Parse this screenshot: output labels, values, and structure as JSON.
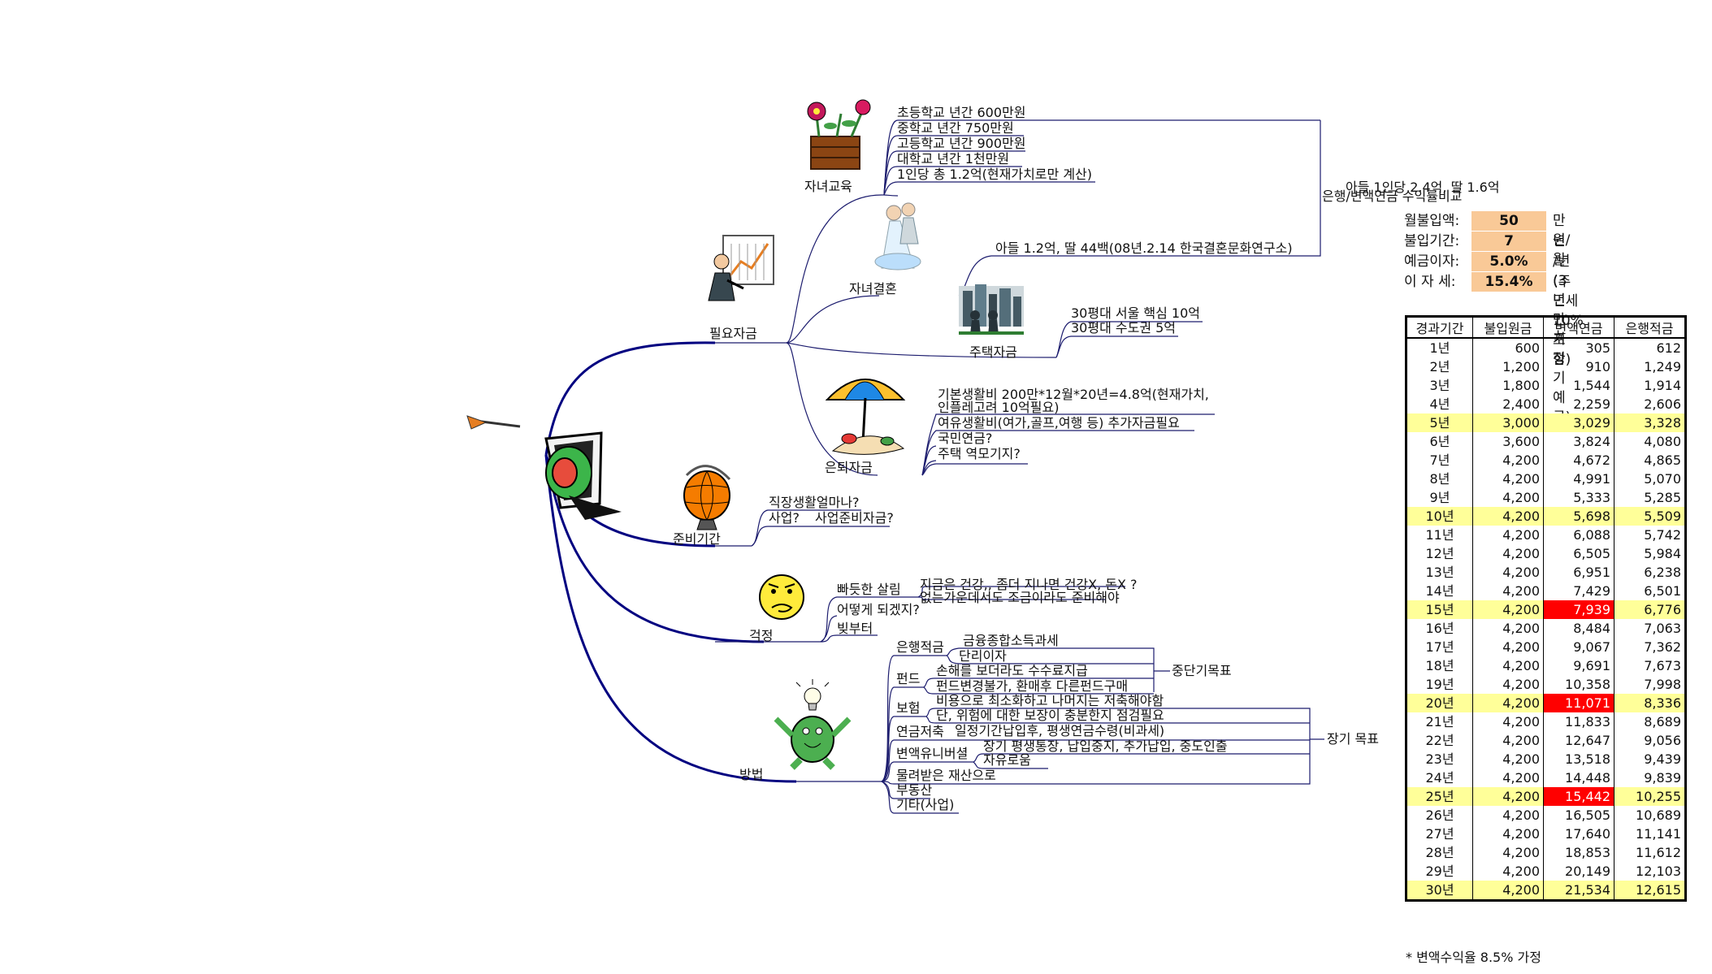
{
  "mindmap": {
    "branches": {
      "needs": {
        "label": "필요자금",
        "education": {
          "label": "자녀교육",
          "items": [
            "초등학교 년간 600만원",
            "중학교 년간 750만원",
            "고등학교 년간 900만원",
            "대학교 년간 1천만원",
            "1인당 총 1.2억(현재가치로만 계산)"
          ],
          "side_note": "아들 1인당 2.4억, 딸 1.6억"
        },
        "wedding": {
          "label": "자녀결혼",
          "item": "아들 1.2억, 딸 44백(08년.2.14 한국결혼문화연구소)"
        },
        "housing": {
          "label": "주택자금",
          "items": [
            "30평대 서울 핵심 10억",
            "30평대 수도권 5억"
          ]
        },
        "retirement": {
          "label": "은퇴자금",
          "items": [
            "기본생활비 200만*12월*20년=4.8억(현재가치,",
            "인플레고려 10억필요)",
            "여유생활비(여가,골프,여행 등) 추가자금필요",
            "국민연금?",
            "주택 역모기지?"
          ]
        }
      },
      "prep": {
        "label": "준비기간",
        "items": [
          "직장생활얼마나?",
          "사업?",
          "사업준비자금?"
        ]
      },
      "worry": {
        "label": "걱정",
        "items": [
          "빠듯한 살림",
          "어떻게 되겠지?",
          "빚부터"
        ],
        "sub": [
          "지금은 건강,, 좀더 지나면 건강X, 돈X ?",
          "없는가운데서도 조금이라도 준비해야"
        ]
      },
      "method": {
        "label": "방법",
        "items": [
          "은행적금",
          "펀드",
          "보험",
          "연금저축",
          "변액유니버셜",
          "물려받은 재산으로",
          "부동산",
          "기타(사업)"
        ],
        "sub": [
          "금융종합소득과세",
          "단리이자",
          "손해를 보더라도 수수료지급",
          "펀드변경불가, 환매후 다른펀드구매",
          "비용으로 최소화하고 나머지는 저축해야함",
          "단, 위험에 대한 보장이 충분한지 점검필요",
          "일정기간납입후, 평생연금수령(비과세)",
          "장기 평생통장, 납입중지, 추가납입, 중도인출",
          "자유로움"
        ],
        "mid_goal": "중단기목표",
        "long_goal": "장기 목표"
      }
    },
    "compare_title": "은행/변액연금 수익률비교"
  },
  "calculator": {
    "rows": [
      {
        "label": "월불입액:",
        "value": "50",
        "unit": "만원/월"
      },
      {
        "label": "불입기간:",
        "value": "7",
        "unit": "년"
      },
      {
        "label": "예금이자:",
        "value": "5.0%",
        "unit": "/년 (3년 만기 정기예금)"
      },
      {
        "label": "이 자 세:",
        "value": "15.4%",
        "unit": "(주민세 10% 포함)"
      }
    ]
  },
  "table": {
    "headers": [
      "경과기간",
      "불입원금",
      "변액연금",
      "은행적금"
    ],
    "rows": [
      [
        "1년",
        "600",
        "305",
        "612"
      ],
      [
        "2년",
        "1,200",
        "910",
        "1,249"
      ],
      [
        "3년",
        "1,800",
        "1,544",
        "1,914"
      ],
      [
        "4년",
        "2,400",
        "2,259",
        "2,606"
      ],
      [
        "5년",
        "3,000",
        "3,029",
        "3,328"
      ],
      [
        "6년",
        "3,600",
        "3,824",
        "4,080"
      ],
      [
        "7년",
        "4,200",
        "4,672",
        "4,865"
      ],
      [
        "8년",
        "4,200",
        "4,991",
        "5,070"
      ],
      [
        "9년",
        "4,200",
        "5,333",
        "5,285"
      ],
      [
        "10년",
        "4,200",
        "5,698",
        "5,509"
      ],
      [
        "11년",
        "4,200",
        "6,088",
        "5,742"
      ],
      [
        "12년",
        "4,200",
        "6,505",
        "5,984"
      ],
      [
        "13년",
        "4,200",
        "6,951",
        "6,238"
      ],
      [
        "14년",
        "4,200",
        "7,429",
        "6,501"
      ],
      [
        "15년",
        "4,200",
        "7,939",
        "6,776"
      ],
      [
        "16년",
        "4,200",
        "8,484",
        "7,063"
      ],
      [
        "17년",
        "4,200",
        "9,067",
        "7,362"
      ],
      [
        "18년",
        "4,200",
        "9,691",
        "7,673"
      ],
      [
        "19년",
        "4,200",
        "10,358",
        "7,998"
      ],
      [
        "20년",
        "4,200",
        "11,071",
        "8,336"
      ],
      [
        "21년",
        "4,200",
        "11,833",
        "8,689"
      ],
      [
        "22년",
        "4,200",
        "12,647",
        "9,056"
      ],
      [
        "23년",
        "4,200",
        "13,518",
        "9,439"
      ],
      [
        "24년",
        "4,200",
        "14,448",
        "9,839"
      ],
      [
        "25년",
        "4,200",
        "15,442",
        "10,255"
      ],
      [
        "26년",
        "4,200",
        "16,505",
        "10,689"
      ],
      [
        "27년",
        "4,200",
        "17,640",
        "11,141"
      ],
      [
        "28년",
        "4,200",
        "18,853",
        "11,612"
      ],
      [
        "29년",
        "4,200",
        "20,149",
        "12,103"
      ],
      [
        "30년",
        "4,200",
        "21,534",
        "12,615"
      ]
    ],
    "highlight_rows": [
      4,
      9,
      14,
      19,
      24,
      29
    ],
    "red_rows": [
      14,
      19,
      24
    ],
    "highlight_color": "#ffff99",
    "red_color": "#ff0000"
  },
  "footnote": "* 변액수익율 8.5% 가정",
  "colors": {
    "connector": "#1c1c6e",
    "main_curve": "#000080",
    "input_fill": "#f9c997"
  },
  "icons": [
    "target-dart-icon",
    "flower-pot-icon",
    "presenter-chart-icon",
    "bride-groom-icon",
    "city-skyline-icon",
    "beach-umbrella-icon",
    "globe-icon",
    "worried-face-icon",
    "lightbulb-creature-icon"
  ]
}
